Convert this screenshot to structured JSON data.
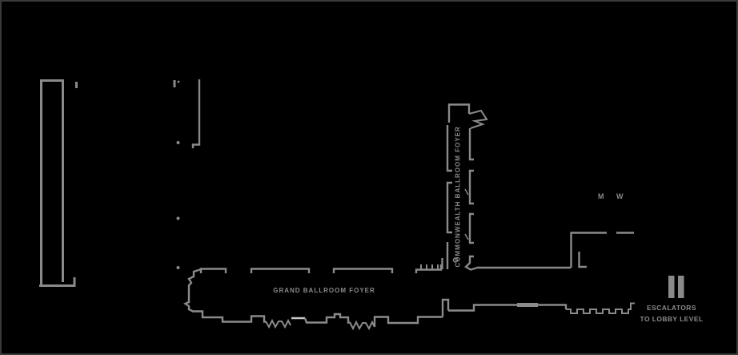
{
  "plan": {
    "labels": {
      "grand_ballroom_foyer": "GRAND BALLROOM FOYER",
      "commonwealth_ballroom_foyer": "COMMONWEALTH BALLROOM FOYER",
      "mens_restroom": "M",
      "womens_restroom": "W",
      "escalators_line1": "ESCALATORS",
      "escalators_line2": "TO LOBBY LEVEL"
    },
    "colors": {
      "background": "#000000",
      "wall": "#8a8a8a",
      "wall_light": "#c8c8c8",
      "border": "#3a3a3a"
    }
  }
}
